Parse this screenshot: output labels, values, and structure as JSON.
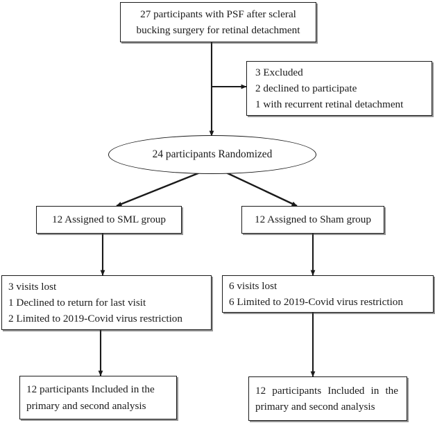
{
  "diagram": {
    "type": "consort-flow-diagram",
    "nodes": {
      "enrollment": {
        "shape": "rect",
        "lines": [
          "27 participants with PSF after scleral",
          "bucking surgery for retinal detachment"
        ]
      },
      "excluded": {
        "shape": "rect",
        "lines": [
          "3 Excluded",
          "2 declined to participate",
          "1 with recurrent retinal detachment"
        ]
      },
      "randomized": {
        "shape": "ellipse",
        "lines": [
          "24 participants Randomized"
        ]
      },
      "sml_group": {
        "shape": "rect",
        "lines": [
          "12 Assigned to SML group"
        ]
      },
      "sham_group": {
        "shape": "rect",
        "lines": [
          "12 Assigned to Sham group"
        ]
      },
      "sml_lost": {
        "shape": "rect",
        "lines": [
          "3 visits lost",
          "1 Declined to return for last visit",
          "2 Limited to 2019-Covid virus restriction"
        ]
      },
      "sham_lost": {
        "shape": "rect",
        "lines": [
          "6 visits lost",
          "6 Limited to 2019-Covid virus restriction"
        ]
      },
      "sml_final": {
        "shape": "rect",
        "lines": [
          "12 participants Included in the",
          "primary and second analysis"
        ]
      },
      "sham_final": {
        "shape": "rect",
        "lines": [
          "12 participants Included in the",
          "primary and second analysis"
        ]
      }
    },
    "colors": {
      "stroke": "#1a1a1a",
      "background": "#ffffff",
      "text": "#1a1a1a"
    }
  }
}
